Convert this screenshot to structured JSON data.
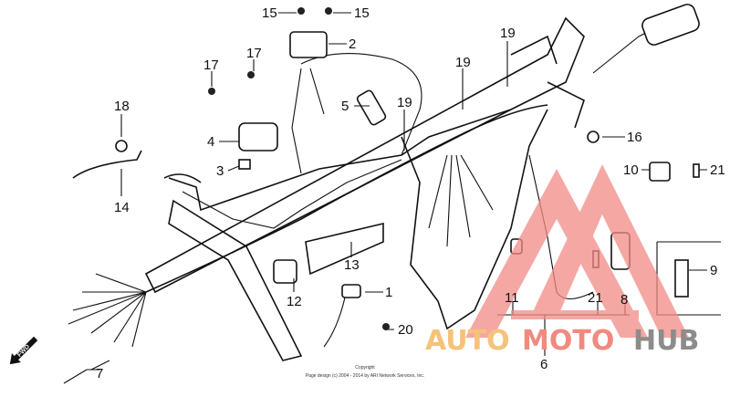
{
  "diagram": {
    "callouts": [
      "15",
      "15",
      "2",
      "17",
      "17",
      "19",
      "19",
      "19",
      "5",
      "18",
      "4",
      "16",
      "3",
      "10",
      "21",
      "14",
      "9",
      "13",
      "1",
      "12",
      "11",
      "21",
      "8",
      "20",
      "6",
      "7"
    ],
    "direction_label": "FWD",
    "copyright_line1": "Copyright",
    "copyright_line2": "Page design (c) 2004 - 2014 by ARI Network Services, Inc."
  },
  "watermark": {
    "part1": "AUTO",
    "part2": "MOTO",
    "part3": "HUB",
    "colors": {
      "auto": "#f5c27a",
      "moto": "#f08a80",
      "hub": "#8c8c8c",
      "triangle": "#f28b85"
    }
  }
}
